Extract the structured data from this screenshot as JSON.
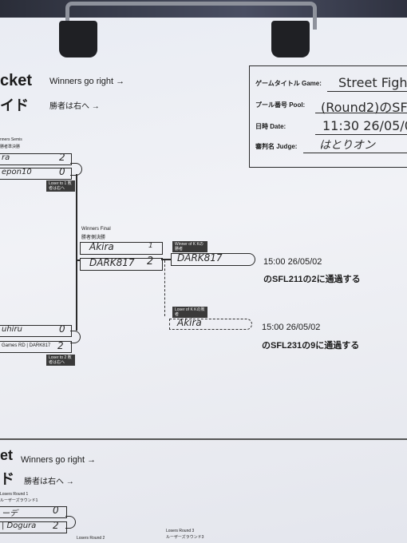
{
  "header": {
    "title_en": "cket",
    "hint_en": "Winners go right →",
    "title_jp": "イド",
    "hint_jp": "勝者は右へ →"
  },
  "info_box": {
    "game_label": "ゲームタイトル Game:",
    "game_value": "Street Figh",
    "pool_label": "プール番号 Pool:",
    "pool_value": "(Round2)のSF",
    "date_label": "日時 Date:",
    "date_value": "11:30 26/05/0",
    "judge_label": "審判名 Judge:",
    "judge_value": "はとりオン"
  },
  "winners_semis": {
    "label_en": "nners Semis",
    "label_jp": "勝者準決勝",
    "top_name": "ra",
    "top_score": "2",
    "mid_name": "epon10",
    "mid_score": "0",
    "loser_tag": "Loser to 1 敗者は右へ",
    "bot_name": "uhiru",
    "bot_score": "0",
    "bot2_name": "Games RD | DARK817",
    "bot2_score": "2",
    "loser_tag2": "Loser to 2 敗者は右へ"
  },
  "winners_final": {
    "label_en": "Winners Final",
    "label_jp": "勝者側決勝",
    "p1_name": "Akira",
    "p1_score": "1",
    "p2_name": "DARK817",
    "p2_score": "2"
  },
  "winner_box": {
    "tag": "Winner of K Kの勝者",
    "name": "DARK817",
    "time": "15:00 26/05/02",
    "advance": "のSFL211の2に通過する"
  },
  "loser_box": {
    "tag": "Loser of K Kの敗者",
    "name": "Akira",
    "time": "15:00 26/05/02",
    "advance": "のSFL231の9に通過する"
  },
  "lower": {
    "title_en": "et",
    "hint_en": "Winners go right →",
    "title_jp": "ド",
    "hint_jp": "勝者は右へ →",
    "lr1_label_en": "Losers Round 1",
    "lr1_label_jp": "ルーザーズラウンド1",
    "lr1_top_name": "ーデ",
    "lr1_top_score": "0",
    "lr1_bot_name": "| Dogura",
    "lr1_bot_score": "2",
    "lr2_label": "Losers Round 2",
    "lr3_label_en": "Losers Round 3",
    "lr3_label_jp": "ルーザーズラウンド3"
  }
}
